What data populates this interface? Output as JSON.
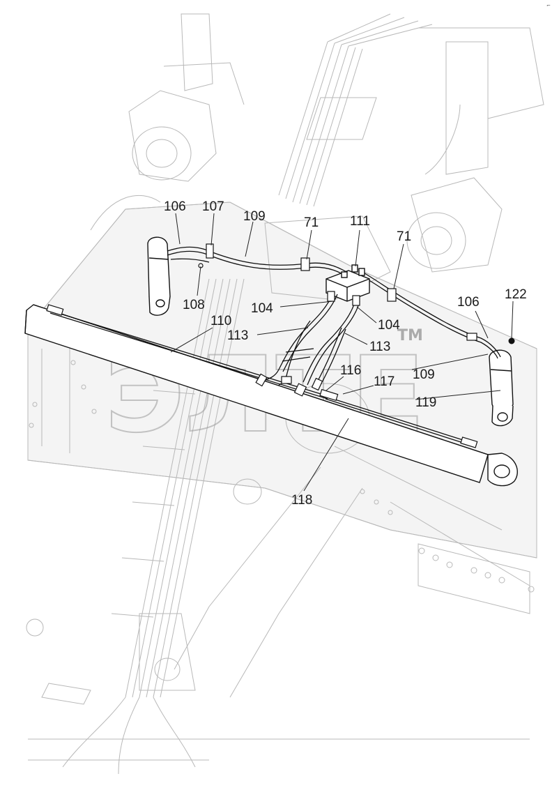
{
  "drawing": {
    "callouts": [
      {
        "id": "c106a",
        "text": "106"
      },
      {
        "id": "c107",
        "text": "107"
      },
      {
        "id": "c109a",
        "text": "109"
      },
      {
        "id": "c71a",
        "text": "71"
      },
      {
        "id": "c111",
        "text": "111"
      },
      {
        "id": "c71b",
        "text": "71"
      },
      {
        "id": "c108",
        "text": "108"
      },
      {
        "id": "c104a",
        "text": "104"
      },
      {
        "id": "c104b",
        "text": "104"
      },
      {
        "id": "c110",
        "text": "110"
      },
      {
        "id": "c113a",
        "text": "113"
      },
      {
        "id": "c113b",
        "text": "113"
      },
      {
        "id": "c106b",
        "text": "106"
      },
      {
        "id": "c122",
        "text": "122"
      },
      {
        "id": "c109b",
        "text": "109"
      },
      {
        "id": "c116",
        "text": "116"
      },
      {
        "id": "c117",
        "text": "117"
      },
      {
        "id": "c119",
        "text": "119"
      },
      {
        "id": "c118",
        "text": "118"
      }
    ],
    "watermark": "ЭЛТЕ",
    "watermark_mark": "TM",
    "corner_mark": "⌐"
  }
}
